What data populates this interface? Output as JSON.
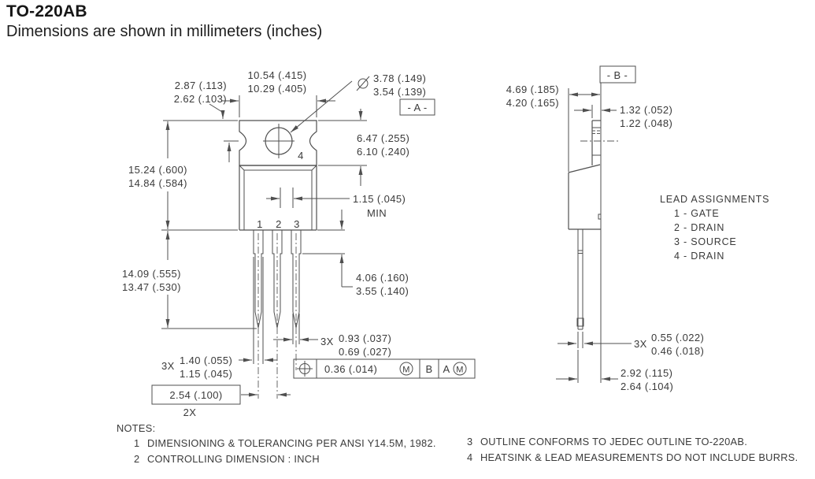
{
  "header": {
    "title": "TO-220AB",
    "subtitle": "Dimensions are shown in millimeters (inches)"
  },
  "front_view": {
    "datum_label": "- A -",
    "pin_labels": {
      "pin1": "1",
      "pin2": "2",
      "pin3": "3",
      "pin4": "4"
    },
    "dim_tab_width": [
      "10.54 (.415)",
      "10.29 (.405)"
    ],
    "dim_hole_to_top": [
      "2.87 (.113)",
      "2.62 (.103)"
    ],
    "dia_symbol": "⌀",
    "dim_hole_dia": [
      "3.78 (.149)",
      "3.54 (.139)"
    ],
    "dim_tab_to_step": [
      "6.47 (.255)",
      "6.10 (.240)"
    ],
    "dim_body_height": [
      "15.24 (.600)",
      "14.84 (.584)"
    ],
    "dim_lead_gap": [
      "1.15 (.045)",
      "MIN"
    ],
    "dim_lead_length": [
      "14.09 (.555)",
      "13.47 (.530)"
    ],
    "dim_shoulder_length": [
      "4.06 (.160)",
      "3.55 (.140)"
    ],
    "dim_lead_width_narrow": {
      "qty": "3X",
      "values": [
        "0.93 (.037)",
        "0.69 (.027)"
      ]
    },
    "dim_lead_width_wide": {
      "qty": "3X",
      "values": [
        "1.40 (.055)",
        "1.15 (.045)"
      ]
    },
    "dim_lead_pitch": {
      "value": "2.54 (.100)",
      "qty": "2X"
    },
    "tolerance_frame": {
      "symbol": "⌖",
      "value": "0.36 (.014)",
      "modifier_1": "M",
      "datum_1": "B",
      "datum_2": "A",
      "modifier_2": "M"
    }
  },
  "side_view": {
    "datum_label": "- B -",
    "dim_body_thickness": [
      "4.69 (.185)",
      "4.20 (.165)"
    ],
    "dim_tab_thickness": [
      "1.32 (.052)",
      "1.22 (.048)"
    ],
    "dim_lead_thickness": {
      "qty": "3X",
      "values": [
        "0.55 (.022)",
        "0.46 (.018)"
      ]
    },
    "dim_lead_to_back": [
      "2.92 (.115)",
      "2.64 (.104)"
    ]
  },
  "lead_assignments": {
    "title": "LEAD ASSIGNMENTS",
    "items": [
      "1 - GATE",
      "2 - DRAIN",
      "3 - SOURCE",
      "4 - DRAIN"
    ]
  },
  "notes": {
    "title": "NOTES:",
    "items": [
      {
        "num": "1",
        "text": "DIMENSIONING & TOLERANCING PER ANSI Y14.5M, 1982."
      },
      {
        "num": "2",
        "text": "CONTROLLING DIMENSION : INCH"
      },
      {
        "num": "3",
        "text": "OUTLINE CONFORMS TO JEDEC OUTLINE TO-220AB."
      },
      {
        "num": "4",
        "text": "HEATSINK & LEAD MEASUREMENTS DO NOT INCLUDE BURRS."
      }
    ]
  }
}
